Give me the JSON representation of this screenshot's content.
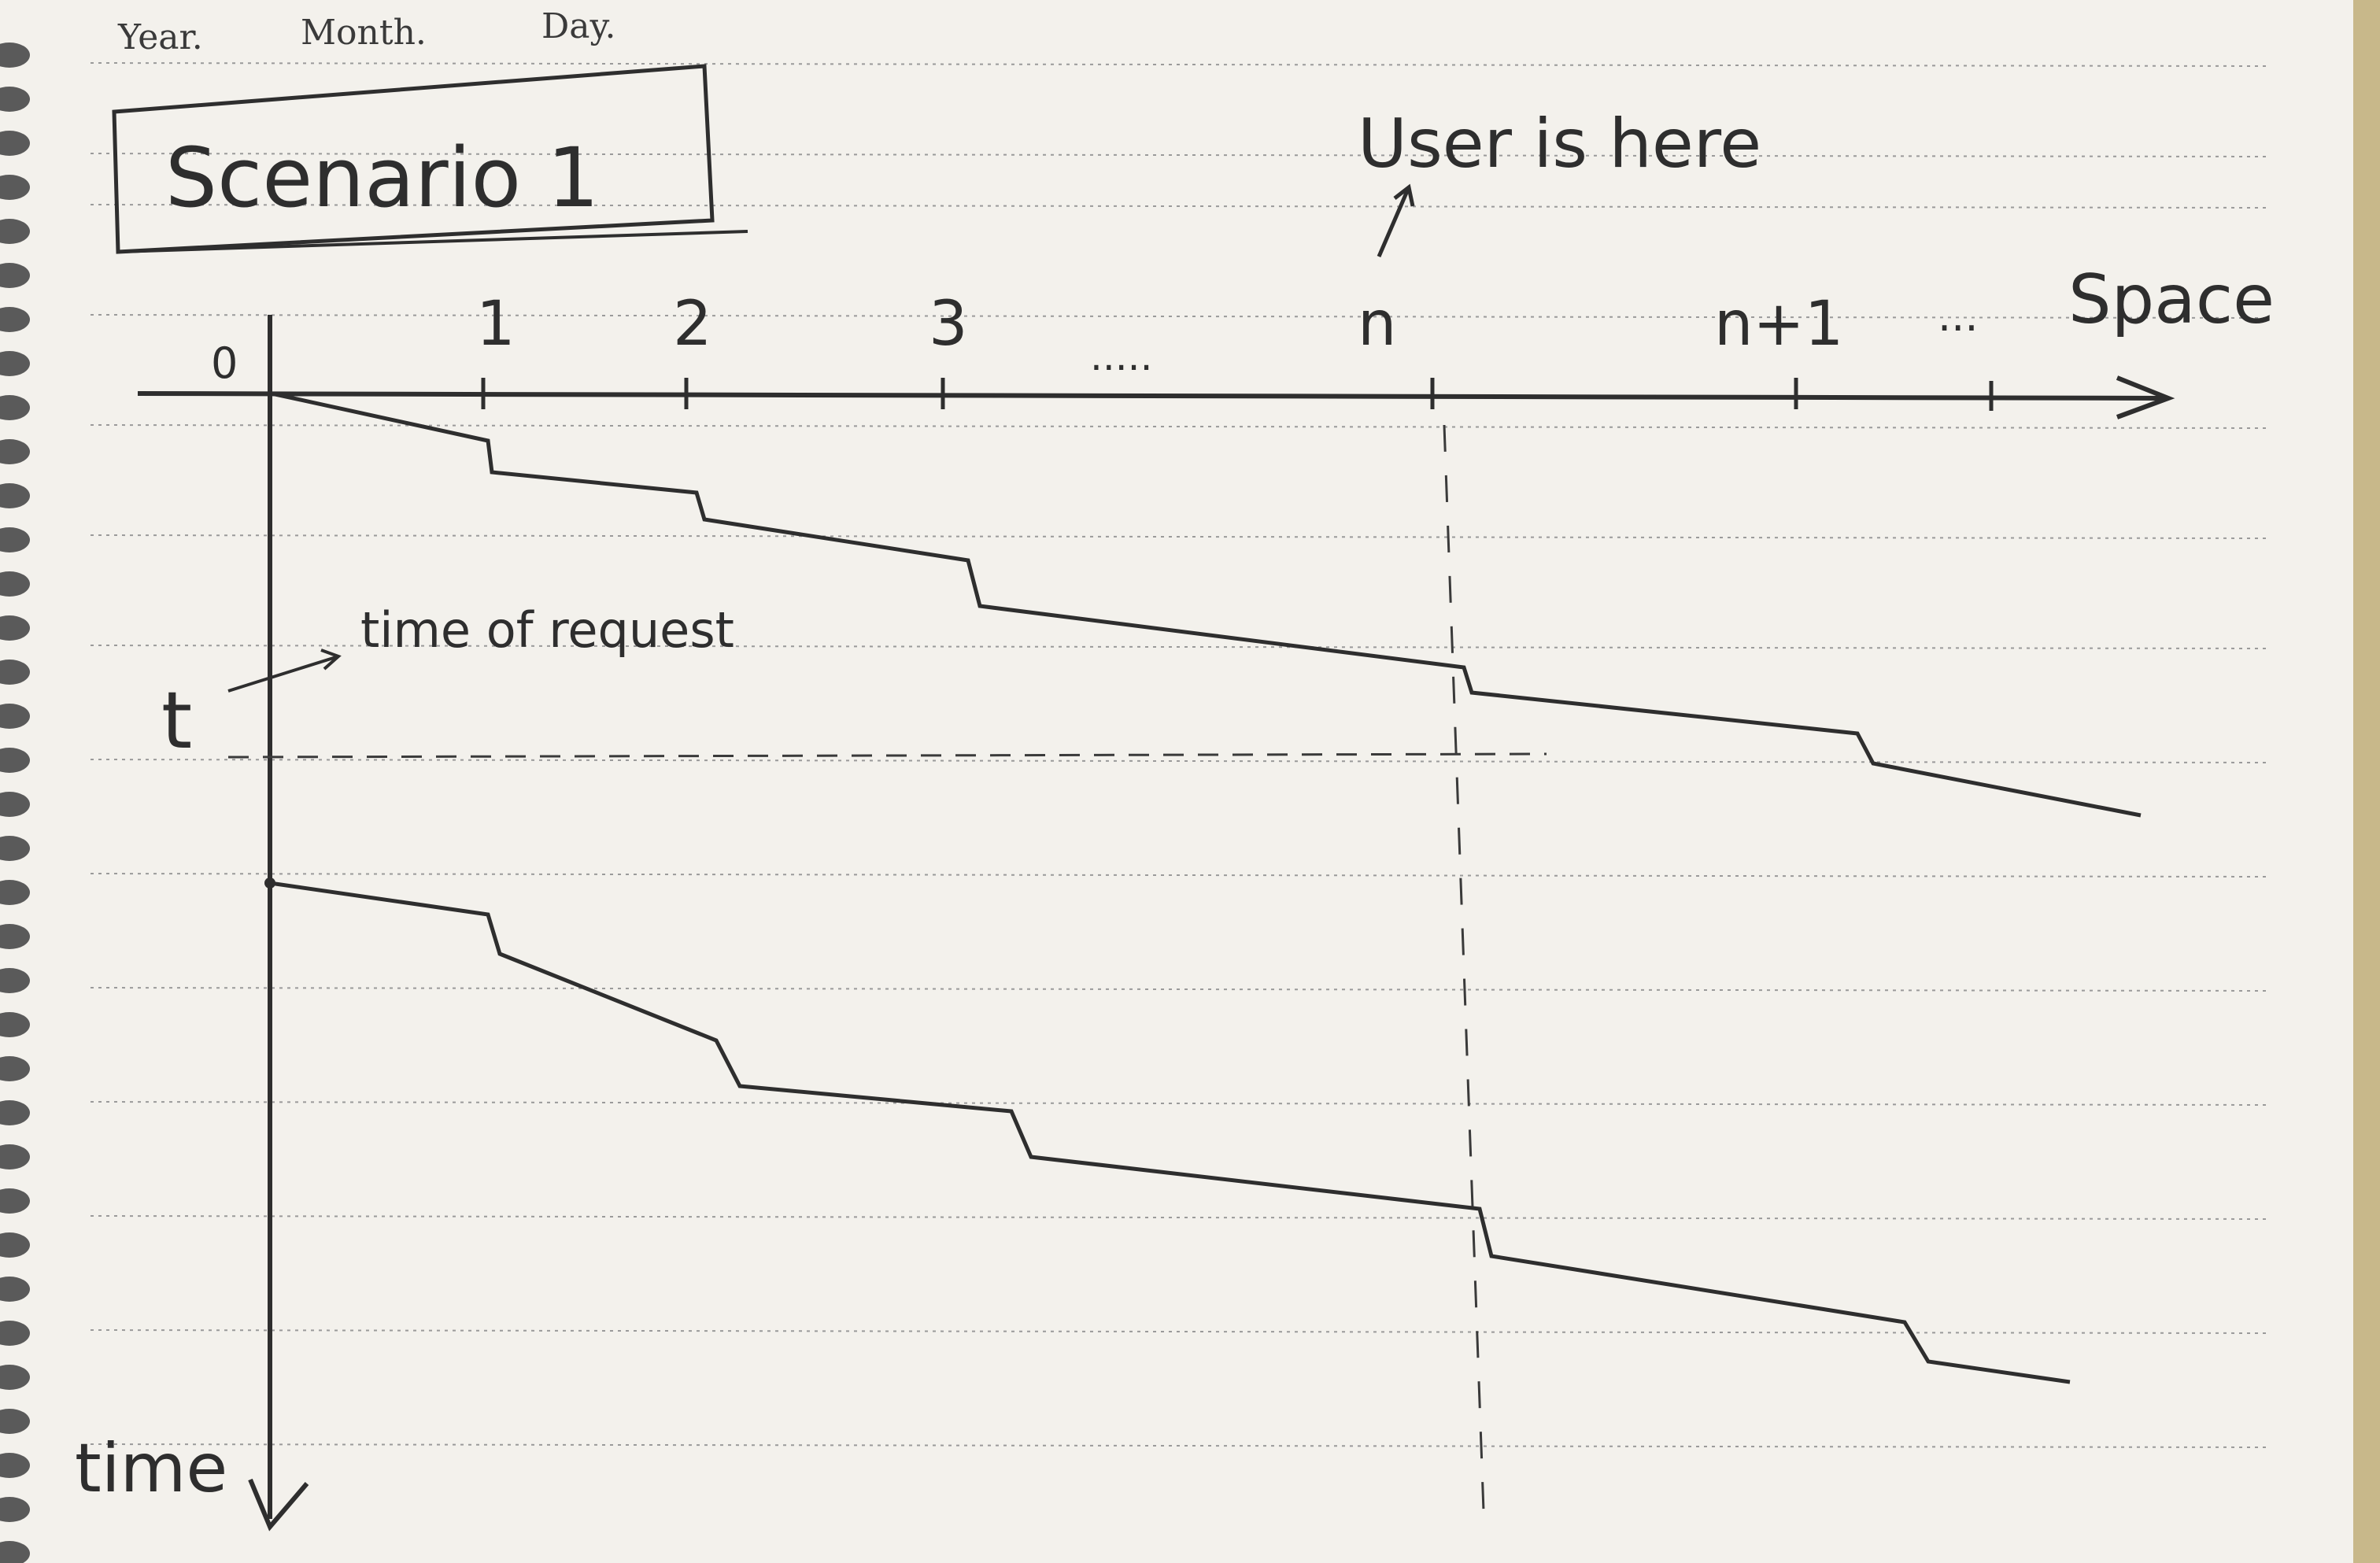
{
  "header": {
    "year_label": "Year.",
    "month_label": "Month.",
    "day_label": "Day."
  },
  "diagram": {
    "title": "Scenario 1",
    "user_note": "User is here",
    "request_note": "time of request",
    "space_axis_label": "Space",
    "time_axis_label": "time",
    "origin_label": "0",
    "request_time_label": "t",
    "space_ticks": [
      "1",
      "2",
      "3",
      "n",
      "n+1"
    ],
    "space_ellipsis_1": ".....",
    "space_ellipsis_2": "..."
  },
  "colors": {
    "ink": "#2e2e2e",
    "paper": "#f3f1ec",
    "ruled_line": "#9a9a9a",
    "binder": "#c8b88a"
  }
}
